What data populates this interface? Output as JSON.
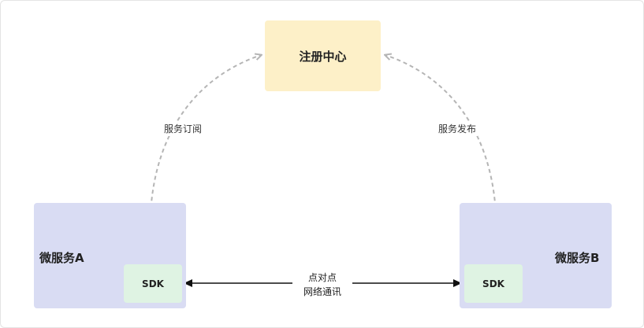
{
  "registry": {
    "label": "注册中心",
    "color": "#fdf0c8"
  },
  "services": [
    {
      "label": "微服务A",
      "sdk_label": "SDK",
      "color": "#d9dcf3"
    },
    {
      "label": "微服务B",
      "sdk_label": "SDK",
      "color": "#d9dcf3"
    }
  ],
  "sdk_color": "#dff3e3",
  "edges": {
    "subscribe": "服务订阅",
    "publish": "服务发布",
    "p2p_line1": "点对点",
    "p2p_line2": "网络通讯"
  }
}
